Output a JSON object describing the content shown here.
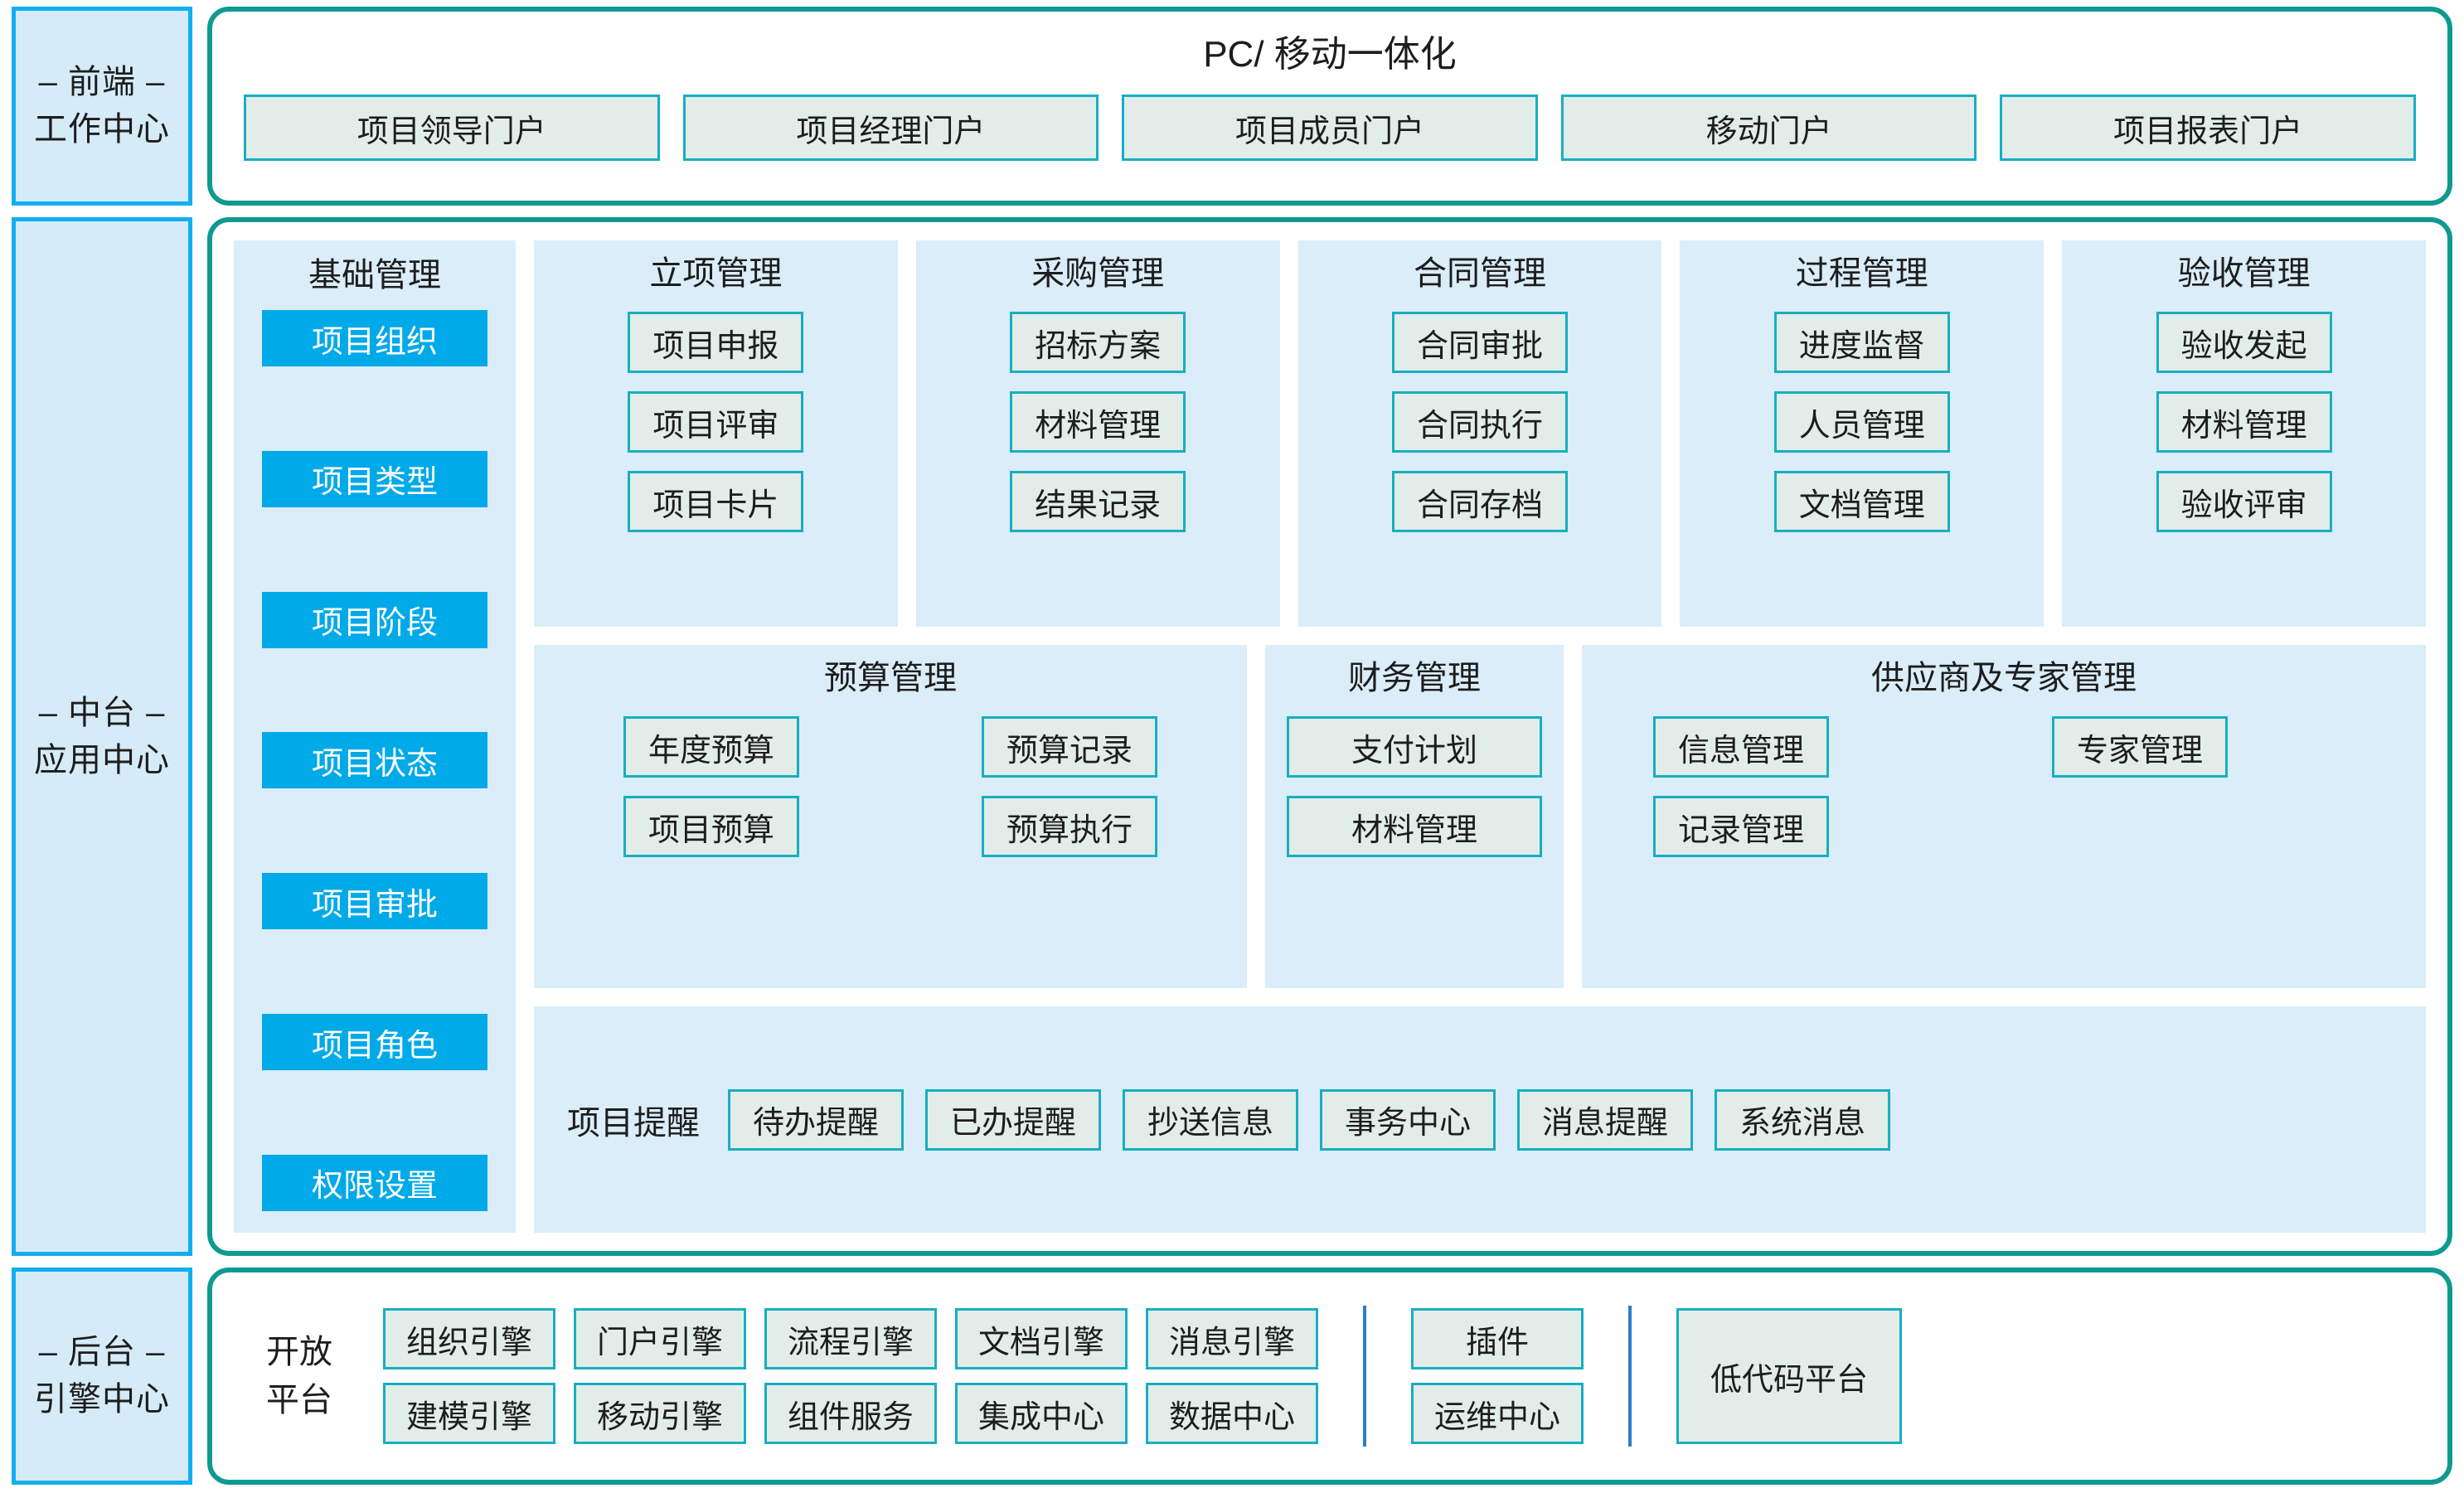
{
  "stages": {
    "frontend": {
      "line1": "– 前端 –",
      "line2": "工作中心"
    },
    "middle": {
      "line1": "– 中台 –",
      "line2": "应用中心"
    },
    "backend": {
      "line1": "– 后台 –",
      "line2": "引擎中心"
    }
  },
  "frontend": {
    "title": "PC/ 移动一体化",
    "portals": [
      "项目领导门户",
      "项目经理门户",
      "项目成员门户",
      "移动门户",
      "项目报表门户"
    ]
  },
  "basic_management": {
    "title": "基础管理",
    "items": [
      "项目组织",
      "项目类型",
      "项目阶段",
      "项目状态",
      "项目审批",
      "项目角色",
      "权限设置"
    ]
  },
  "modules_row1": [
    {
      "title": "立项管理",
      "items": [
        "项目申报",
        "项目评审",
        "项目卡片"
      ]
    },
    {
      "title": "采购管理",
      "items": [
        "招标方案",
        "材料管理",
        "结果记录"
      ]
    },
    {
      "title": "合同管理",
      "items": [
        "合同审批",
        "合同执行",
        "合同存档"
      ]
    },
    {
      "title": "过程管理",
      "items": [
        "进度监督",
        "人员管理",
        "文档管理"
      ]
    },
    {
      "title": "验收管理",
      "items": [
        "验收发起",
        "材料管理",
        "验收评审"
      ]
    }
  ],
  "modules_row2": {
    "budget": {
      "title": "预算管理",
      "items": [
        "年度预算",
        "预算记录",
        "项目预算",
        "预算执行"
      ]
    },
    "finance": {
      "title": "财务管理",
      "items": [
        "支付计划",
        "材料管理"
      ]
    },
    "supplier": {
      "title": "供应商及专家管理",
      "items": [
        "信息管理",
        "专家管理",
        "记录管理"
      ]
    }
  },
  "reminders": {
    "label": "项目提醒",
    "items": [
      "待办提醒",
      "已办提醒",
      "抄送信息",
      "事务中心",
      "消息提醒",
      "系统消息"
    ]
  },
  "backend": {
    "open_platform_label_line1": "开放",
    "open_platform_label_line2": "平台",
    "engines": [
      "组织引擎",
      "门户引擎",
      "流程引擎",
      "文档引擎",
      "消息引擎",
      "建模引擎",
      "移动引擎",
      "组件服务",
      "集成中心",
      "数据中心"
    ],
    "plugins": [
      "插件",
      "运维中心"
    ],
    "lowcode": "低代码平台"
  },
  "colors": {
    "stage_fill": "#d6ebf8",
    "stage_border": "#12aeef",
    "panel_border": "#0e9a90",
    "module_bg": "#daedf9",
    "box_fill": "#e2edea",
    "box_border": "#18aec1",
    "accent_blue": "#00a9e8",
    "divider_blue": "#2a7fc9"
  }
}
